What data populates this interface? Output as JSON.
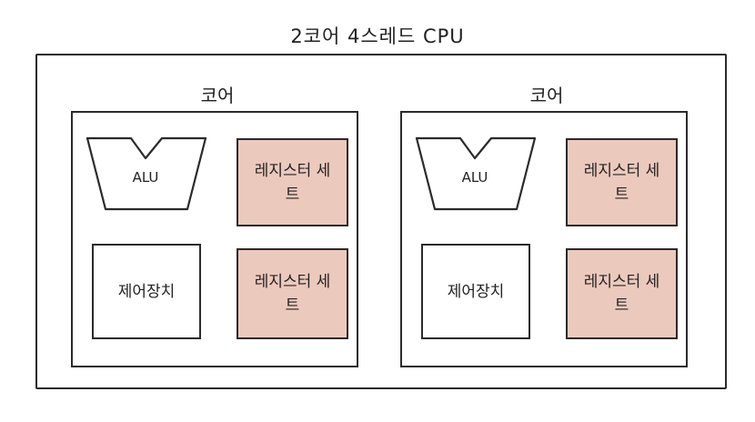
{
  "title": "2코어 4스레드 CPU",
  "cores": [
    {
      "label": "코어",
      "alu": "ALU",
      "control_unit": "제어장치",
      "register_sets": [
        "레지스터 세트",
        "레지스터 세트"
      ]
    },
    {
      "label": "코어",
      "alu": "ALU",
      "control_unit": "제어장치",
      "register_sets": [
        "레지스터 세트",
        "레지스터 세트"
      ]
    }
  ],
  "colors": {
    "register_fill": "#ecc9bd",
    "stroke": "#2a2a2a"
  }
}
